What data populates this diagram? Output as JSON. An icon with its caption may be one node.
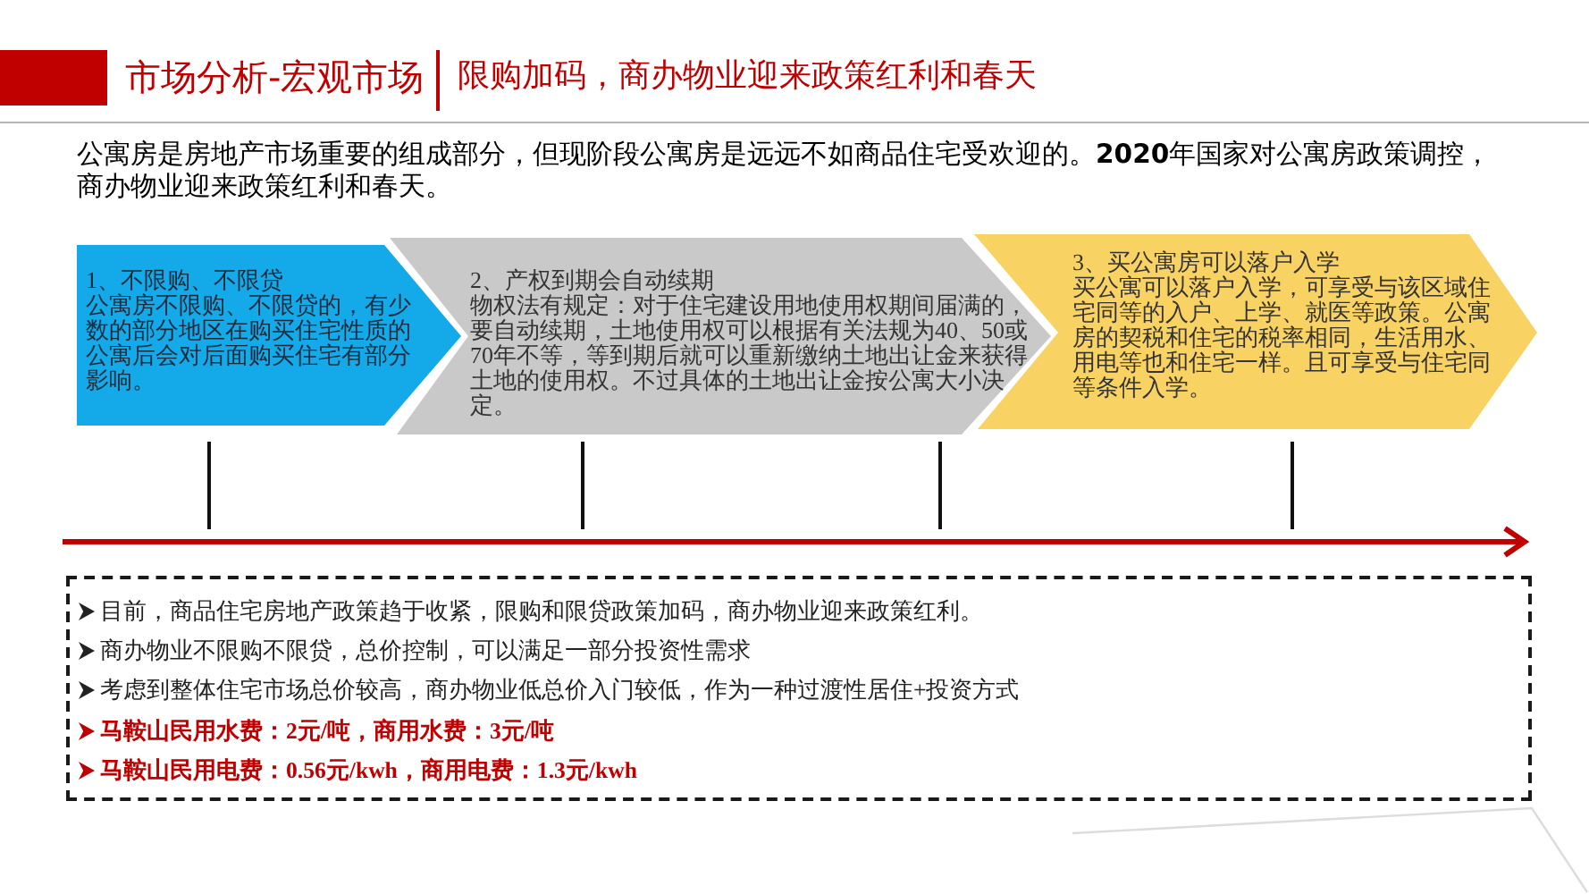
{
  "diagram": {
    "title": "市场分析-宏观市场",
    "nodes": [
      {
        "text": [
          "1、不限购、不限贷",
          "公寓房不限购、不限贷的，有少数的部分地区在购买住宅性质的公寓后会对后面购买住宅有部分影响。"
        ]
      },
      {
        "text": [
          "2、产权到期会自动续期",
          "物权法有规定：对于住宅建设用地使用权期间届满的，要自动续期，土地使用权可以根据有关法规为40、50或70年不等，等到期后就可以重新缴纳土地出让金来获得土地的使用权。不过具体的土地出让金按公寓大小决定。"
        ]
      },
      {
        "text": [
          "3、买公寓房可以落户入学",
          "买公寓可以落户入学，可享受与该区域住宅同等的入户、上学、就医等政策。公寓房的契税和住宅的税率相同，生活用水、用电等也和住宅一样。且可享受与住宅同等条件入学。"
        ]
      },
      {
        "text": [
          "目前，商品住宅房地产政策趋于收紧，限购和限贷政策加码，商办物业迎来政策红利。",
          "商办物业不限购不限贷，总价控制，可以满足一部分投资性需求",
          "考虑到整体住宅市场总价较高，商办物业低总价入门较低，作为一种过渡性居住+投资方式",
          "马鞍山民用水费：2元/吨，商用水费：3元/吨",
          "马鞍山民用电费：0.56元/kwh，商用电费：1.3元/kwh"
        ]
      }
    ],
    "labels": [
      "限购加码，商办物业迎来政策红利和春天",
      "公寓房是房地产市场重要的组成部分，但现阶段公寓房是远远不如商品住宅受欢迎的。**2020**年国家对公寓房政策调控，商办物业迎来政策红利和春天。"
    ]
  }
}
